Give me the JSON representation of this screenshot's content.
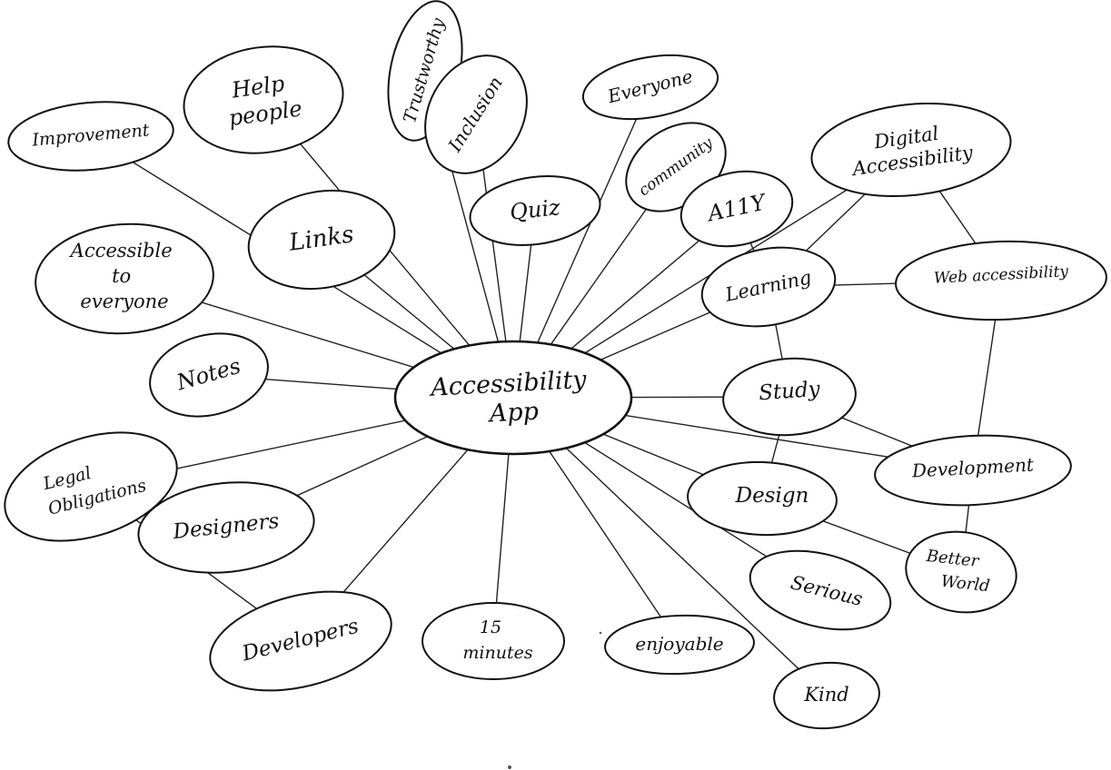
{
  "nodes": {
    "center": {
      "lines": [
        "Accessibility",
        "App"
      ]
    },
    "improvement": {
      "lines": [
        "Improvement"
      ]
    },
    "help_people": {
      "lines": [
        "Help",
        "people"
      ]
    },
    "trustworthy": {
      "lines": [
        "Trustworthy"
      ]
    },
    "inclusion": {
      "lines": [
        "Inclusion"
      ]
    },
    "everyone": {
      "lines": [
        "Everyone"
      ]
    },
    "community": {
      "lines": [
        "community"
      ]
    },
    "digital_accessibility": {
      "lines": [
        "Digital",
        "Accessibility"
      ]
    },
    "quiz": {
      "lines": [
        "Quiz"
      ]
    },
    "a11y": {
      "lines": [
        "A11Y"
      ]
    },
    "links": {
      "lines": [
        "Links"
      ]
    },
    "accessible_to_everyone": {
      "lines": [
        "Accessible",
        "to",
        "everyone"
      ]
    },
    "learning": {
      "lines": [
        "Learning"
      ]
    },
    "web_accessibility": {
      "lines": [
        "Web accessibility"
      ]
    },
    "notes": {
      "lines": [
        "Notes"
      ]
    },
    "study": {
      "lines": [
        "Study"
      ]
    },
    "legal_obligations": {
      "lines": [
        "Legal",
        "Obligations"
      ]
    },
    "development": {
      "lines": [
        "Development"
      ]
    },
    "designers": {
      "lines": [
        "Designers"
      ]
    },
    "design": {
      "lines": [
        "Design"
      ]
    },
    "better_world": {
      "lines": [
        "Better",
        "World"
      ]
    },
    "serious": {
      "lines": [
        "Serious"
      ]
    },
    "developers": {
      "lines": [
        "Developers"
      ]
    },
    "fifteen_minutes": {
      "lines": [
        "15",
        "minutes"
      ]
    },
    "enjoyable": {
      "lines": [
        "enjoyable"
      ]
    },
    "kind": {
      "lines": [
        "Kind"
      ]
    }
  },
  "edges": [
    [
      "center",
      "improvement"
    ],
    [
      "center",
      "help_people"
    ],
    [
      "center",
      "trustworthy"
    ],
    [
      "center",
      "inclusion"
    ],
    [
      "center",
      "everyone"
    ],
    [
      "center",
      "community"
    ],
    [
      "center",
      "digital_accessibility"
    ],
    [
      "center",
      "quiz"
    ],
    [
      "center",
      "a11y"
    ],
    [
      "center",
      "links"
    ],
    [
      "center",
      "accessible_to_everyone"
    ],
    [
      "center",
      "learning"
    ],
    [
      "center",
      "notes"
    ],
    [
      "center",
      "study"
    ],
    [
      "center",
      "legal_obligations"
    ],
    [
      "center",
      "development"
    ],
    [
      "center",
      "designers"
    ],
    [
      "center",
      "design"
    ],
    [
      "center",
      "serious"
    ],
    [
      "center",
      "developers"
    ],
    [
      "center",
      "fifteen_minutes"
    ],
    [
      "center",
      "enjoyable"
    ],
    [
      "center",
      "kind"
    ],
    [
      "learning",
      "a11y"
    ],
    [
      "learning",
      "digital_accessibility"
    ],
    [
      "learning",
      "web_accessibility"
    ],
    [
      "learning",
      "study"
    ],
    [
      "digital_accessibility",
      "web_accessibility"
    ],
    [
      "web_accessibility",
      "development"
    ],
    [
      "study",
      "development"
    ],
    [
      "study",
      "design"
    ],
    [
      "development",
      "better_world"
    ],
    [
      "design",
      "better_world"
    ],
    [
      "legal_obligations",
      "designers"
    ],
    [
      "legal_obligations",
      "developers"
    ]
  ]
}
